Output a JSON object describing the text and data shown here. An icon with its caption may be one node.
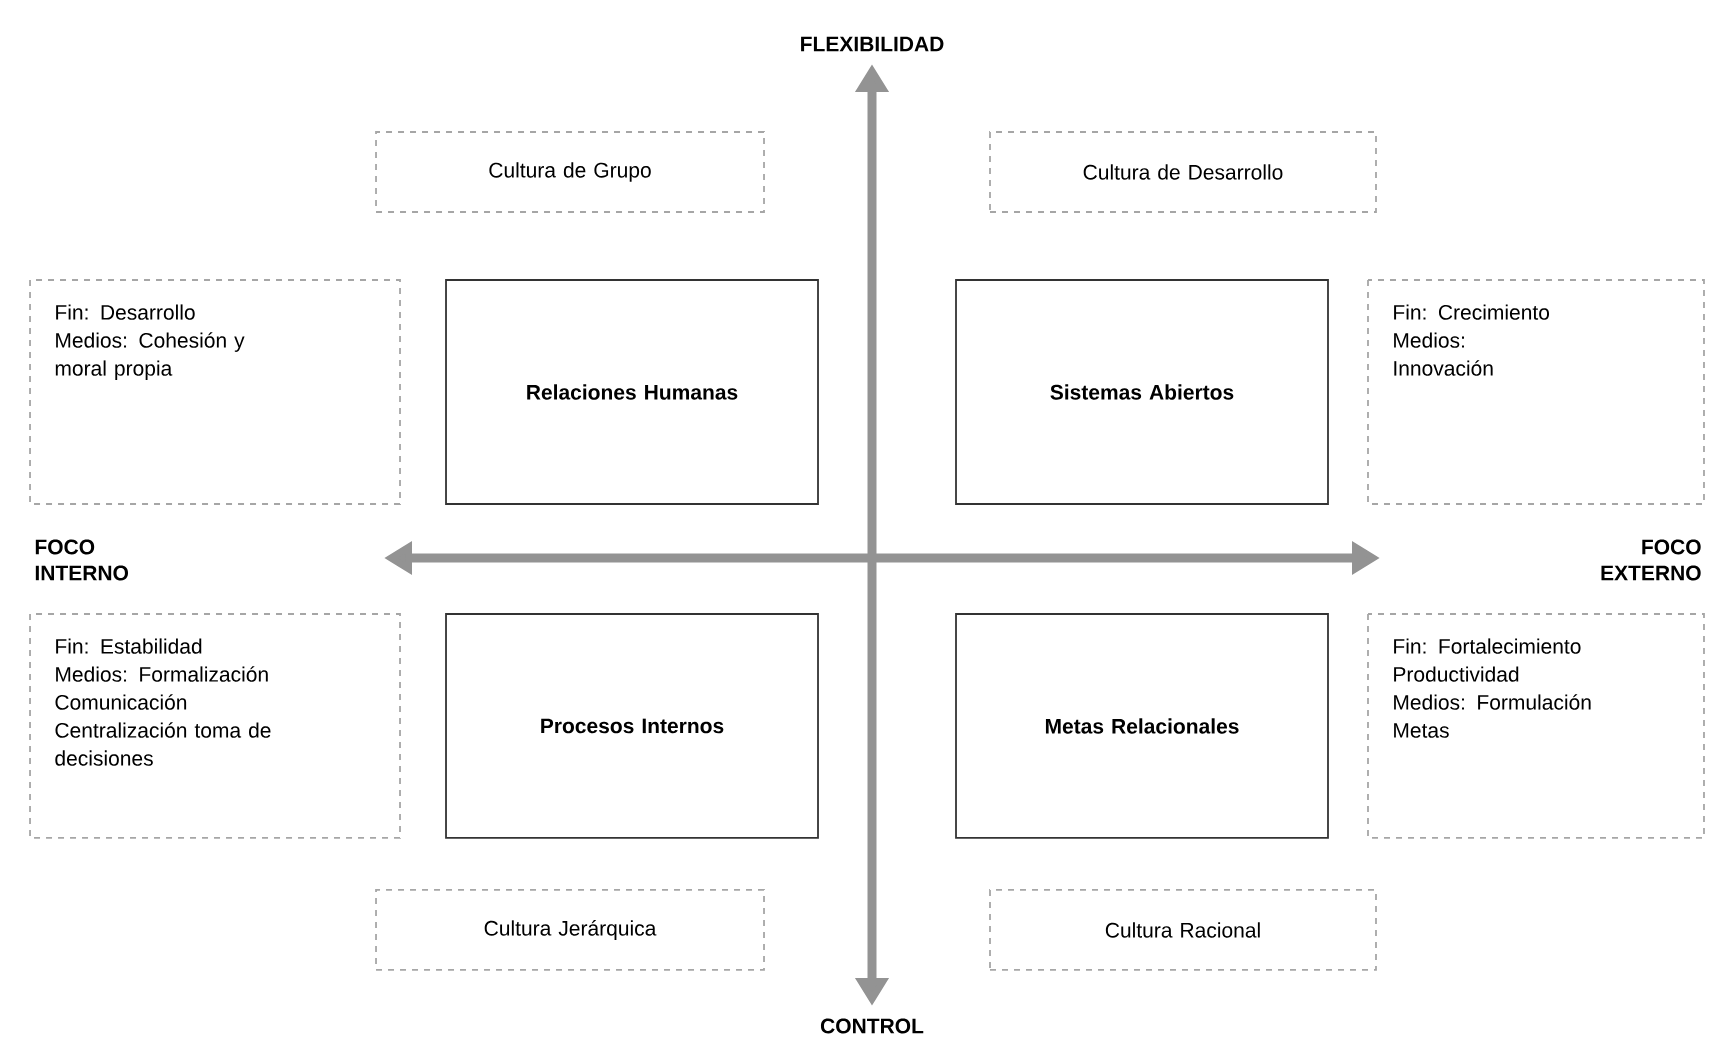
{
  "diagram": {
    "nodes": [
      {
        "text": [
          "Cultura de Grupo"
        ]
      },
      {
        "text": [
          "Cultura de Desarrollo"
        ]
      },
      {
        "text": [
          "Fin: Desarrollo",
          "Medios: Cohesión y moral propia"
        ]
      },
      {
        "text": [
          "Relaciones Humanas"
        ]
      },
      {
        "text": [
          "Sistemas Abiertos"
        ]
      },
      {
        "text": [
          "Fin: Crecimiento",
          "Medios: Innovación"
        ]
      },
      {
        "text": [
          "Fin: Estabilidad",
          "Medios: Formalización Comunicación Centralización toma de decisiones"
        ]
      },
      {
        "text": [
          "Procesos Internos"
        ]
      },
      {
        "text": [
          "Metas Relacionales"
        ]
      },
      {
        "text": [
          "Fin: Fortalecimiento Productividad",
          "Medios: Formulación Metas"
        ]
      },
      {
        "text": [
          "Cultura Jerárquica"
        ]
      },
      {
        "text": [
          "Cultura Racional"
        ]
      }
    ],
    "labels": [
      "FLEXIBILIDAD",
      "FOCO INTERNO",
      "FOCO EXTERNO",
      "CONTROL"
    ]
  }
}
